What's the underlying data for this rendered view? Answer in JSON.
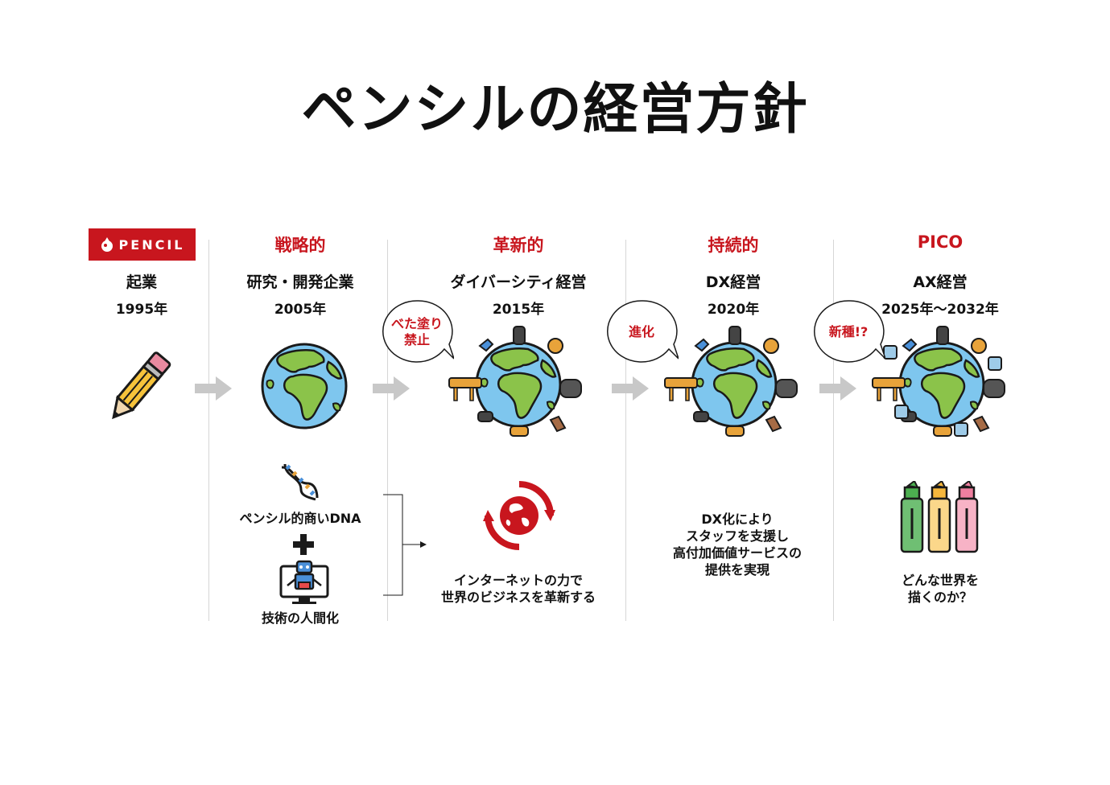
{
  "title": "ペンシルの経営方針",
  "logo_text": "PENCIL",
  "colors": {
    "accent": "#c8161e",
    "arrow": "#c8c8c8",
    "earth_ocean": "#7ec6ee",
    "earth_land": "#8bc34a"
  },
  "stages": [
    {
      "phase": "",
      "name": "起業",
      "year": "1995年",
      "icon": "pencil-icon"
    },
    {
      "phase": "戦略的",
      "name": "研究・開発企業",
      "year": "2005年",
      "icon": "earth-icon"
    },
    {
      "phase": "革新的",
      "name": "ダイバーシティ経営",
      "year": "2015年",
      "icon": "earth-animals-icon",
      "bubble": "べた塗り\n禁止"
    },
    {
      "phase": "持続的",
      "name": "DX経営",
      "year": "2020年",
      "icon": "earth-animals-icon",
      "bubble": "進化"
    },
    {
      "phase": "PICO",
      "name": "AX経営",
      "year": "2025年～2032年",
      "icon": "earth-animals-robots-icon",
      "bubble": "新種!?"
    }
  ],
  "details": {
    "dna_label": "ペンシル的商いDNA",
    "humanize_label": "技術の人間化",
    "innovation_label_1": "インターネットの力で",
    "innovation_label_2": "世界のビジネスを革新する",
    "dx_line_1": "DX化により",
    "dx_line_2": "スタッフを支援し",
    "dx_line_3": "高付加価値サービスの",
    "dx_line_4": "提供を実現",
    "pico_line_1": "どんな世界を",
    "pico_line_2": "描くのか？"
  }
}
